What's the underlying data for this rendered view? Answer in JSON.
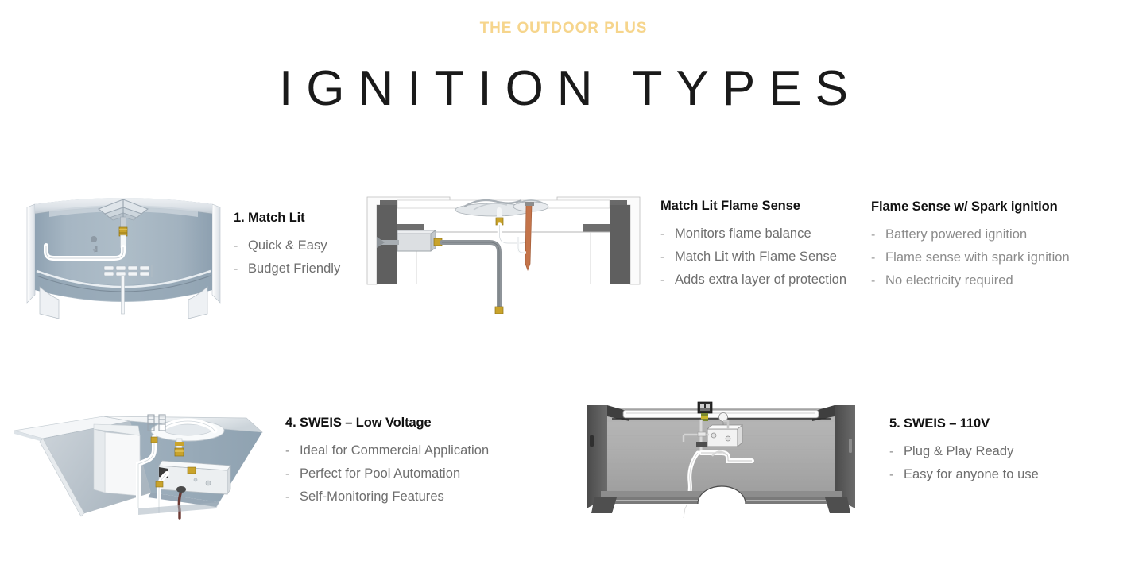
{
  "header": {
    "brand": "THE OUTDOOR PLUS",
    "title": "IGNITION TYPES",
    "brand_color": "#F6D58C",
    "title_color": "#1A1A1A"
  },
  "palette": {
    "background": "#FFFFFF",
    "body_text": "#6E6E6E",
    "body_text_light": "#8B8B8B",
    "heading_text": "#111111",
    "bowl_slate_blue": "#9FB0BE",
    "panel_dark_gray": "#595959",
    "panel_mid_gray": "#A8A8A8",
    "brass_fitting": "#C8A02A",
    "thermocouple_copper": "#C4744A"
  },
  "blocks": [
    {
      "id": "match-lit",
      "heading": "1. Match Lit",
      "bullets": [
        "Quick & Easy",
        "Budget Friendly"
      ],
      "tone": "normal"
    },
    {
      "id": "match-lit-flame-sense",
      "heading": "Match Lit Flame Sense",
      "bullets": [
        "Monitors flame balance",
        "Match Lit with Flame Sense",
        "Adds extra layer of protection"
      ],
      "tone": "normal"
    },
    {
      "id": "flame-sense-spark",
      "heading": "Flame Sense w/ Spark ignition",
      "bullets": [
        "Battery powered ignition",
        "Flame sense with spark ignition",
        "No electricity required"
      ],
      "tone": "light"
    },
    {
      "id": "sweis-low-voltage",
      "heading": "4. SWEIS – Low Voltage",
      "bullets": [
        "Ideal for Commercial Application",
        "Perfect for Pool Automation",
        "Self-Monitoring Features"
      ],
      "tone": "normal"
    },
    {
      "id": "sweis-110v",
      "heading": "5. SWEIS – 110V",
      "bullets": [
        "Plug & Play Ready",
        "Easy for anyone to use"
      ],
      "tone": "normal"
    }
  ],
  "figures": [
    {
      "id": "round-bowl-cutaway",
      "name": "round-fire-bowl-cutaway-diagram",
      "caption_for": "1. Match Lit"
    },
    {
      "id": "flame-sense-cutaway",
      "name": "match-lit-flame-sense-cutaway-diagram",
      "caption_for": "Match Lit Flame Sense"
    },
    {
      "id": "tapered-bowl-cutaway",
      "name": "tapered-fire-pit-cutaway-diagram",
      "caption_for": "4. SWEIS – Low Voltage"
    },
    {
      "id": "rectangular-pit-cutaway",
      "name": "rectangular-fire-pit-cutaway-diagram",
      "caption_for": "5. SWEIS – 110V"
    }
  ],
  "bullet_marker": "-"
}
